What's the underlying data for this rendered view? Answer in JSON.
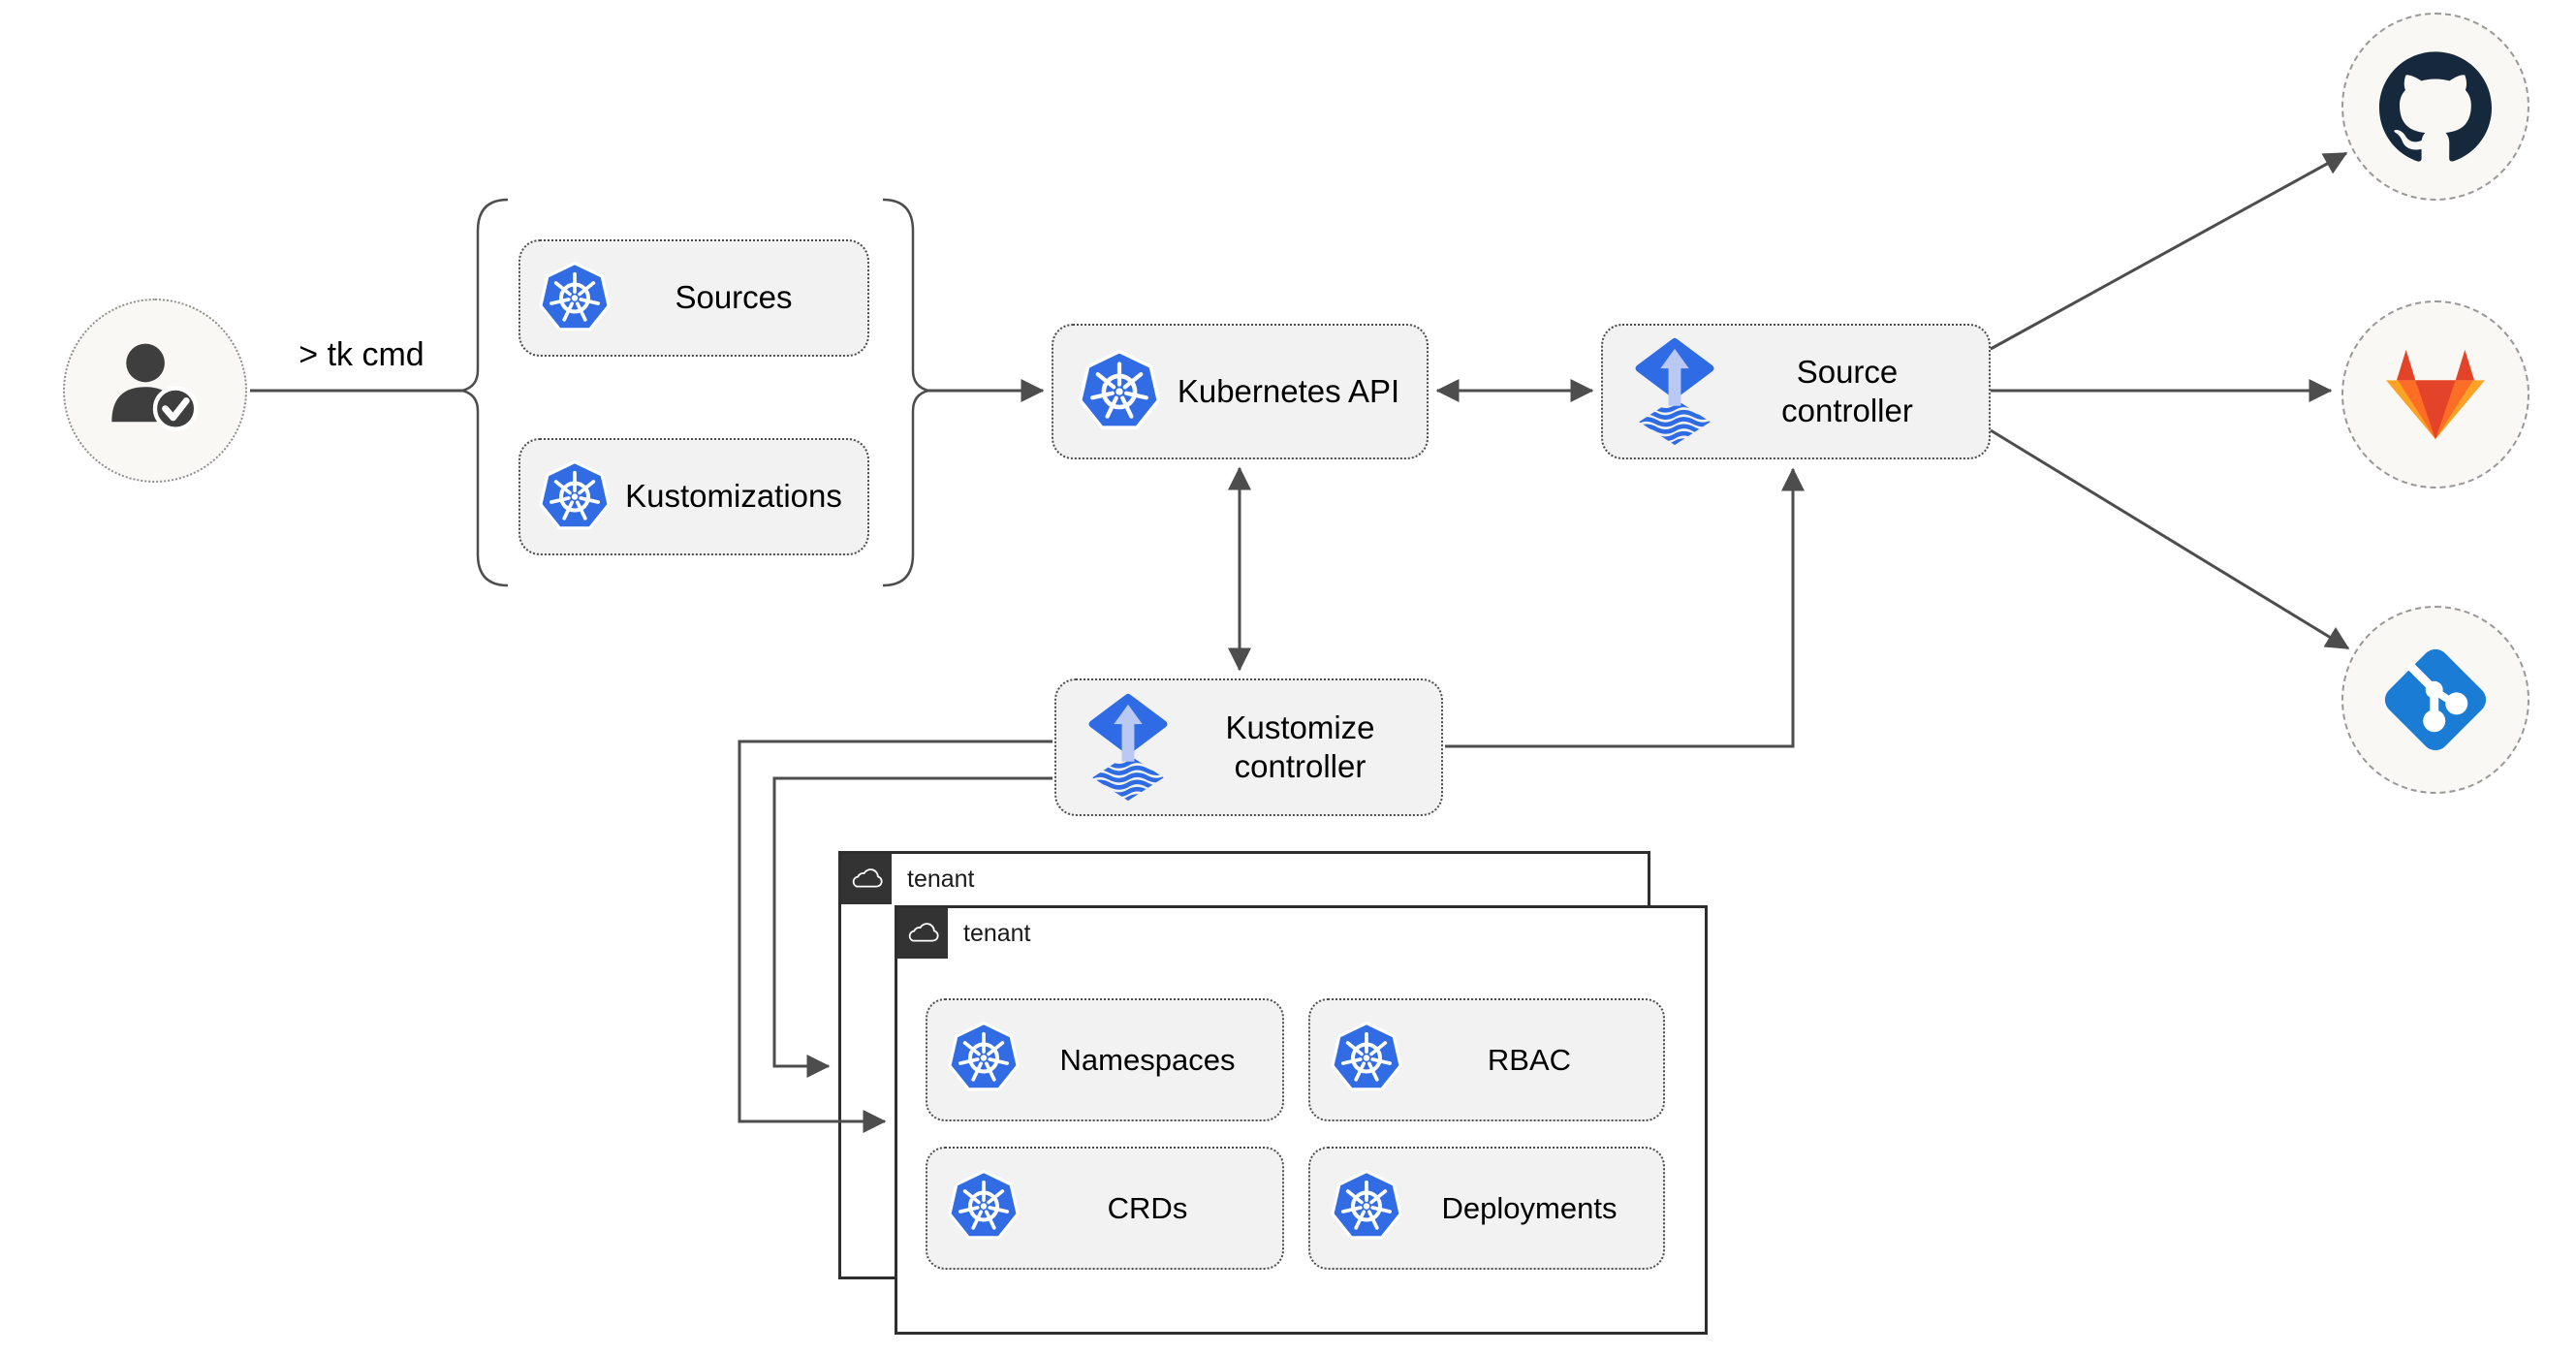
{
  "labels": {
    "tk_cmd": "> tk cmd"
  },
  "actor": {
    "icon": "user-check-icon"
  },
  "crd_group": {
    "items": [
      {
        "label": "Sources",
        "icon": "kubernetes-icon"
      },
      {
        "label": "Kustomizations",
        "icon": "kubernetes-icon"
      }
    ]
  },
  "nodes": {
    "kubernetes_api": {
      "label": "Kubernetes API",
      "icon": "kubernetes-icon"
    },
    "source_controller": {
      "label": "Source controller",
      "icon": "flux-icon"
    },
    "kustomize_controller": {
      "label": "Kustomize controller",
      "icon": "flux-icon"
    }
  },
  "tenant_windows": {
    "back": {
      "label": "tenant",
      "icon": "cloud-icon"
    },
    "front": {
      "label": "tenant",
      "icon": "cloud-icon",
      "items": [
        {
          "label": "Namespaces",
          "icon": "kubernetes-icon"
        },
        {
          "label": "RBAC",
          "icon": "kubernetes-icon"
        },
        {
          "label": "CRDs",
          "icon": "kubernetes-icon"
        },
        {
          "label": "Deployments",
          "icon": "kubernetes-icon"
        }
      ]
    }
  },
  "remotes": [
    {
      "name": "GitHub",
      "icon": "github-logo"
    },
    {
      "name": "GitLab",
      "icon": "gitlab-logo"
    },
    {
      "name": "Git",
      "icon": "git-logo"
    }
  ],
  "edges": [
    {
      "from": "user",
      "to": "crd-group",
      "style": "line"
    },
    {
      "from": "crd-group",
      "to": "kubernetes-api",
      "style": "arrow"
    },
    {
      "from": "kubernetes-api",
      "to": "source-controller",
      "style": "bidirectional"
    },
    {
      "from": "kubernetes-api",
      "to": "kustomize-controller",
      "style": "bidirectional"
    },
    {
      "from": "kustomize-controller",
      "to": "source-controller",
      "style": "arrow"
    },
    {
      "from": "kustomize-controller",
      "to": "tenant-front",
      "style": "arrow"
    },
    {
      "from": "kustomize-controller",
      "to": "tenant-back",
      "style": "arrow"
    },
    {
      "from": "source-controller",
      "to": "github",
      "style": "arrow"
    },
    {
      "from": "source-controller",
      "to": "gitlab",
      "style": "arrow"
    },
    {
      "from": "source-controller",
      "to": "git",
      "style": "arrow"
    }
  ],
  "colors": {
    "line_color": "#4d4d4d",
    "box_fill": "#f2f2f2",
    "box_border": "#4d4d4d",
    "window_border": "#2e2e2e",
    "tab_fill": "#333333",
    "circle_fill": "#faf8f4",
    "circle_border": "#999999",
    "k8s_blue": "#326ce5",
    "flux_blue": "#2f6be4",
    "flux_arrow": "#b9c9f3",
    "github_dark": "#16293c",
    "gitlab_red": "#e24329",
    "gitlab_orange": "#fc6d26",
    "gitlab_light": "#fca326",
    "git_blue": "#1a7cd4",
    "icon_dark": "#3e3e3e",
    "text_color": "#000000"
  }
}
